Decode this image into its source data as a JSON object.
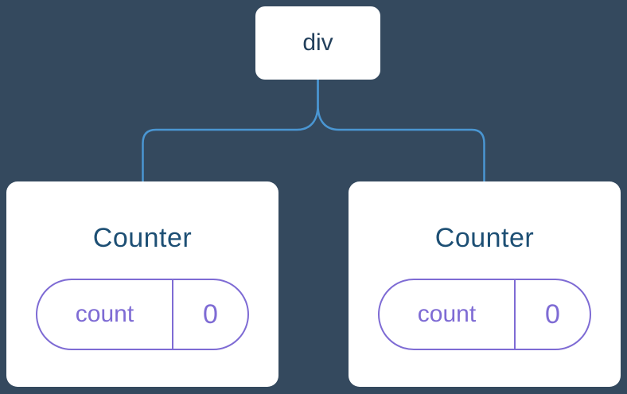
{
  "diagram": {
    "root": {
      "label": "div"
    },
    "children": [
      {
        "title": "Counter",
        "state": {
          "key": "count",
          "value": "0"
        }
      },
      {
        "title": "Counter",
        "state": {
          "key": "count",
          "value": "0"
        }
      }
    ]
  },
  "colors": {
    "background": "#34495e",
    "connector": "#4a96d2",
    "card_background": "#ffffff",
    "root_label": "#23405c",
    "counter_title": "#1d4f74",
    "state_accent": "#7e6bd4"
  }
}
